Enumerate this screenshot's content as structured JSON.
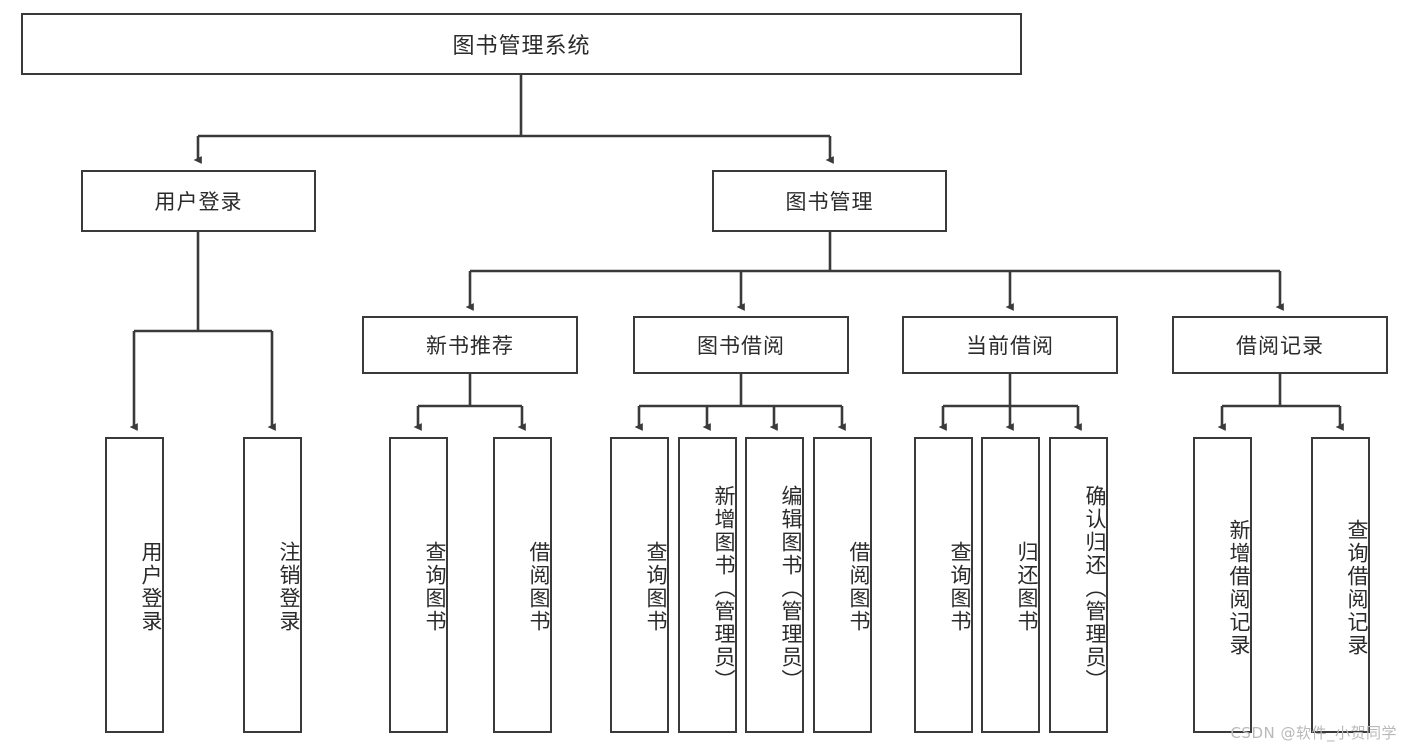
{
  "diagram": {
    "title_node": {
      "label": "图书管理系统"
    },
    "level2": [
      {
        "label": "用户登录"
      },
      {
        "label": "图书管理"
      }
    ],
    "level3": [
      {
        "label": "新书推荐"
      },
      {
        "label": "图书借阅"
      },
      {
        "label": "当前借阅"
      },
      {
        "label": "借阅记录"
      }
    ],
    "leaves": {
      "user_login": [
        {
          "label": "用户登录"
        },
        {
          "label": "注销登录"
        }
      ],
      "new_book": [
        {
          "label": "查询图书"
        },
        {
          "label": "借阅图书"
        }
      ],
      "book_borrow": [
        {
          "label": "查询图书"
        },
        {
          "label": "新增图书（管理员）"
        },
        {
          "label": "编辑图书（管理员）"
        },
        {
          "label": "借阅图书"
        }
      ],
      "current_borrow": [
        {
          "label": "查询图书"
        },
        {
          "label": "归还图书"
        },
        {
          "label": "确认归还（管理员）"
        }
      ],
      "borrow_record": [
        {
          "label": "新增借阅记录"
        },
        {
          "label": "查询借阅记录"
        }
      ]
    },
    "watermark": "CSDN @软件_小贺同学",
    "colors": {
      "stroke": "#3a3a3a",
      "background": "#ffffff",
      "text": "#2b2b2b",
      "watermark": "#b9b9b9"
    }
  }
}
